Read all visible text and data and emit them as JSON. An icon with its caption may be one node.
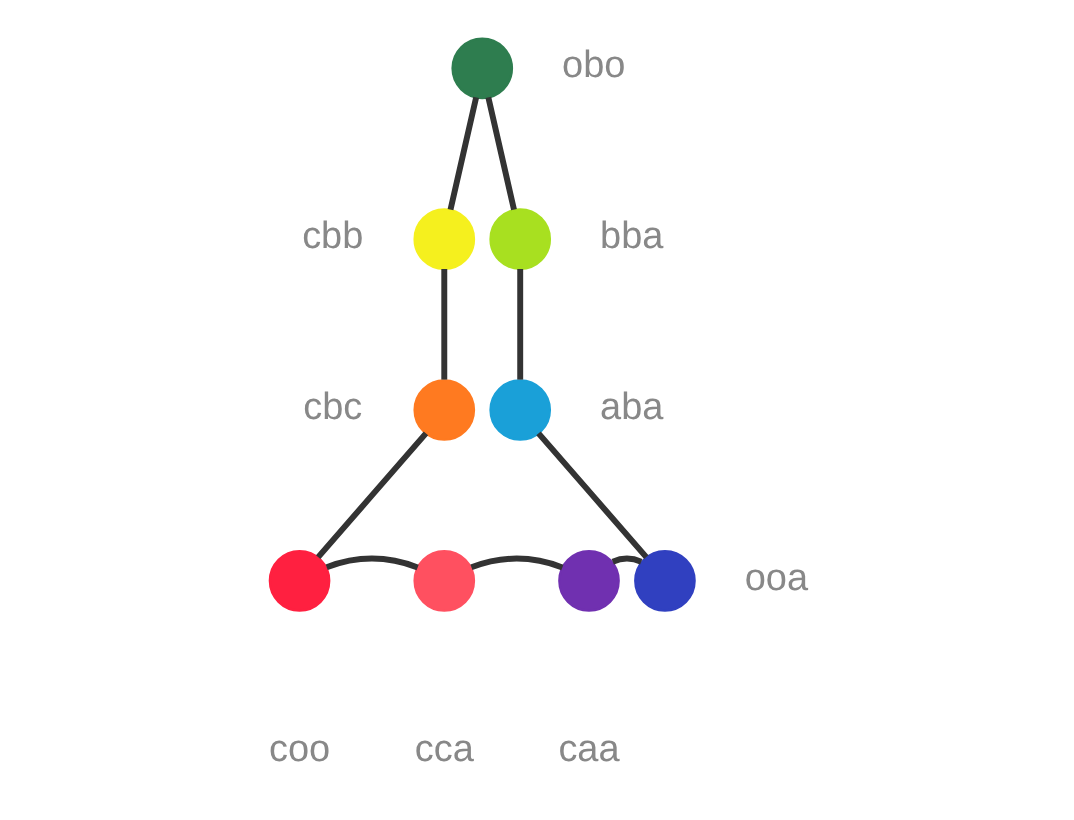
{
  "diagram": {
    "nodes": [
      {
        "text": [],
        "shape": "circle",
        "beside": [
          "obo"
        ]
      },
      {
        "text": [],
        "shape": "circle",
        "beside": [
          "cbb"
        ]
      },
      {
        "text": [],
        "shape": "circle",
        "beside": [
          "bba"
        ]
      },
      {
        "text": [],
        "shape": "circle",
        "beside": [
          "cbc"
        ]
      },
      {
        "text": [],
        "shape": "circle",
        "beside": [
          "aba"
        ]
      },
      {
        "text": [],
        "shape": "circle",
        "beside": [
          "coo"
        ]
      },
      {
        "text": [],
        "shape": "circle",
        "beside": [
          "cca"
        ]
      },
      {
        "text": [],
        "shape": "circle",
        "beside": [
          "caa"
        ]
      },
      {
        "text": [],
        "shape": "circle",
        "beside": [
          "ooa"
        ]
      }
    ],
    "edges": [
      {
        "from": 0,
        "to": 1,
        "arrow": "none"
      },
      {
        "from": 1,
        "to": 3,
        "arrow": "none"
      },
      {
        "from": 3,
        "to": 5,
        "arrow": "none"
      },
      {
        "from": 0,
        "to": 2,
        "arrow": "none"
      },
      {
        "from": 2,
        "to": 4,
        "arrow": "none"
      },
      {
        "from": 4,
        "to": 8,
        "arrow": "none"
      },
      {
        "from": 5,
        "to": 6,
        "arrow": "none"
      },
      {
        "from": 6,
        "to": 7,
        "arrow": "none"
      },
      {
        "from": 7,
        "to": 8,
        "arrow": "none"
      }
    ]
  }
}
